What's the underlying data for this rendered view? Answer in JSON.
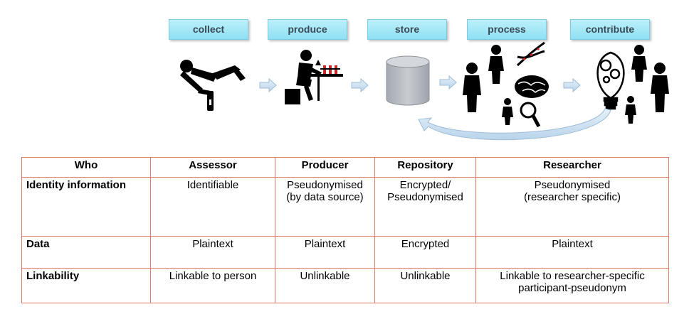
{
  "stages": [
    {
      "label": "collect"
    },
    {
      "label": "produce"
    },
    {
      "label": "store"
    },
    {
      "label": "process"
    },
    {
      "label": "contribute"
    }
  ],
  "table": {
    "headers": [
      "Who",
      "Assessor",
      "Producer",
      "Repository",
      "Researcher"
    ],
    "rows": [
      {
        "label": "Identity information",
        "cells": [
          "Identifiable",
          "Pseudonymised\n(by data source)",
          "Encrypted/\nPseudonymised",
          "Pseudonymised\n(researcher specific)"
        ]
      },
      {
        "label": "Data",
        "cells": [
          "Plaintext",
          "Plaintext",
          "Encrypted",
          "Plaintext"
        ]
      },
      {
        "label": "Linkability",
        "cells": [
          "Linkable to person",
          "Unlinkable",
          "Unlinkable",
          "Linkable to researcher-specific\nparticipant-pseudonym"
        ]
      }
    ]
  },
  "colors": {
    "label_bg": "#9ee6f6",
    "border": "#e07a6a",
    "arrow": "#cfe4f3",
    "cylinder": "#b9bdc3"
  }
}
